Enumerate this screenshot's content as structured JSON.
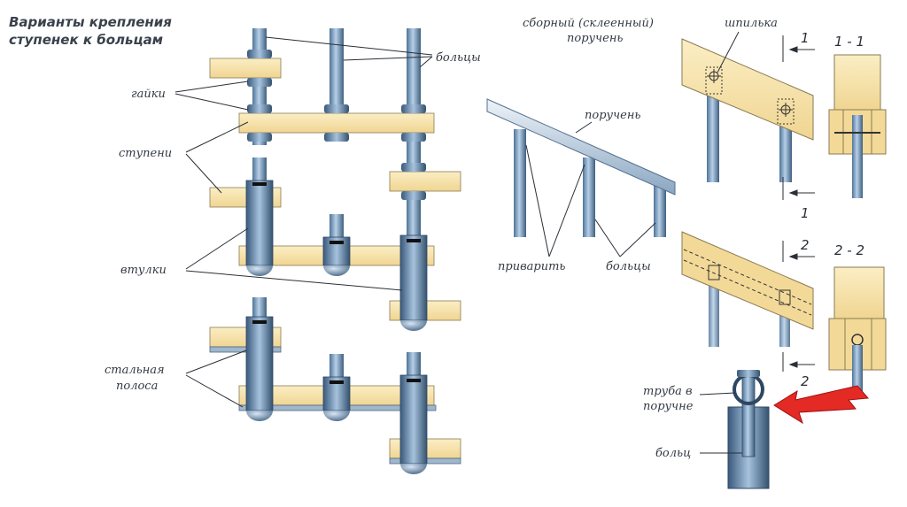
{
  "title": {
    "line1": "Варианты крепления",
    "line2": "ступенек к больцам"
  },
  "labels": {
    "bolts": "больцы",
    "nuts": "гайки",
    "steps": "ступени",
    "bushings": "втулки",
    "steel_strip_1": "стальная",
    "steel_strip_2": "полоса",
    "assembled_1": "сборный (склеенный)",
    "assembled_2": "поручень",
    "stud": "шпилька",
    "handrail": "поручень",
    "weld": "приварить",
    "bolts_mid": "больцы",
    "tube_1": "труба в",
    "tube_2": "поручне",
    "bolt": "больц"
  },
  "sections": {
    "s1": "1 - 1",
    "s2": "2 - 2",
    "mark1": "1",
    "mark2": "2"
  },
  "colors": {
    "wood": "#f8e3a8",
    "wood_edge": "#8a7a52",
    "steel": "#8fb0d1",
    "steel_dark": "#3d5f82",
    "arrow": "#e02020"
  }
}
